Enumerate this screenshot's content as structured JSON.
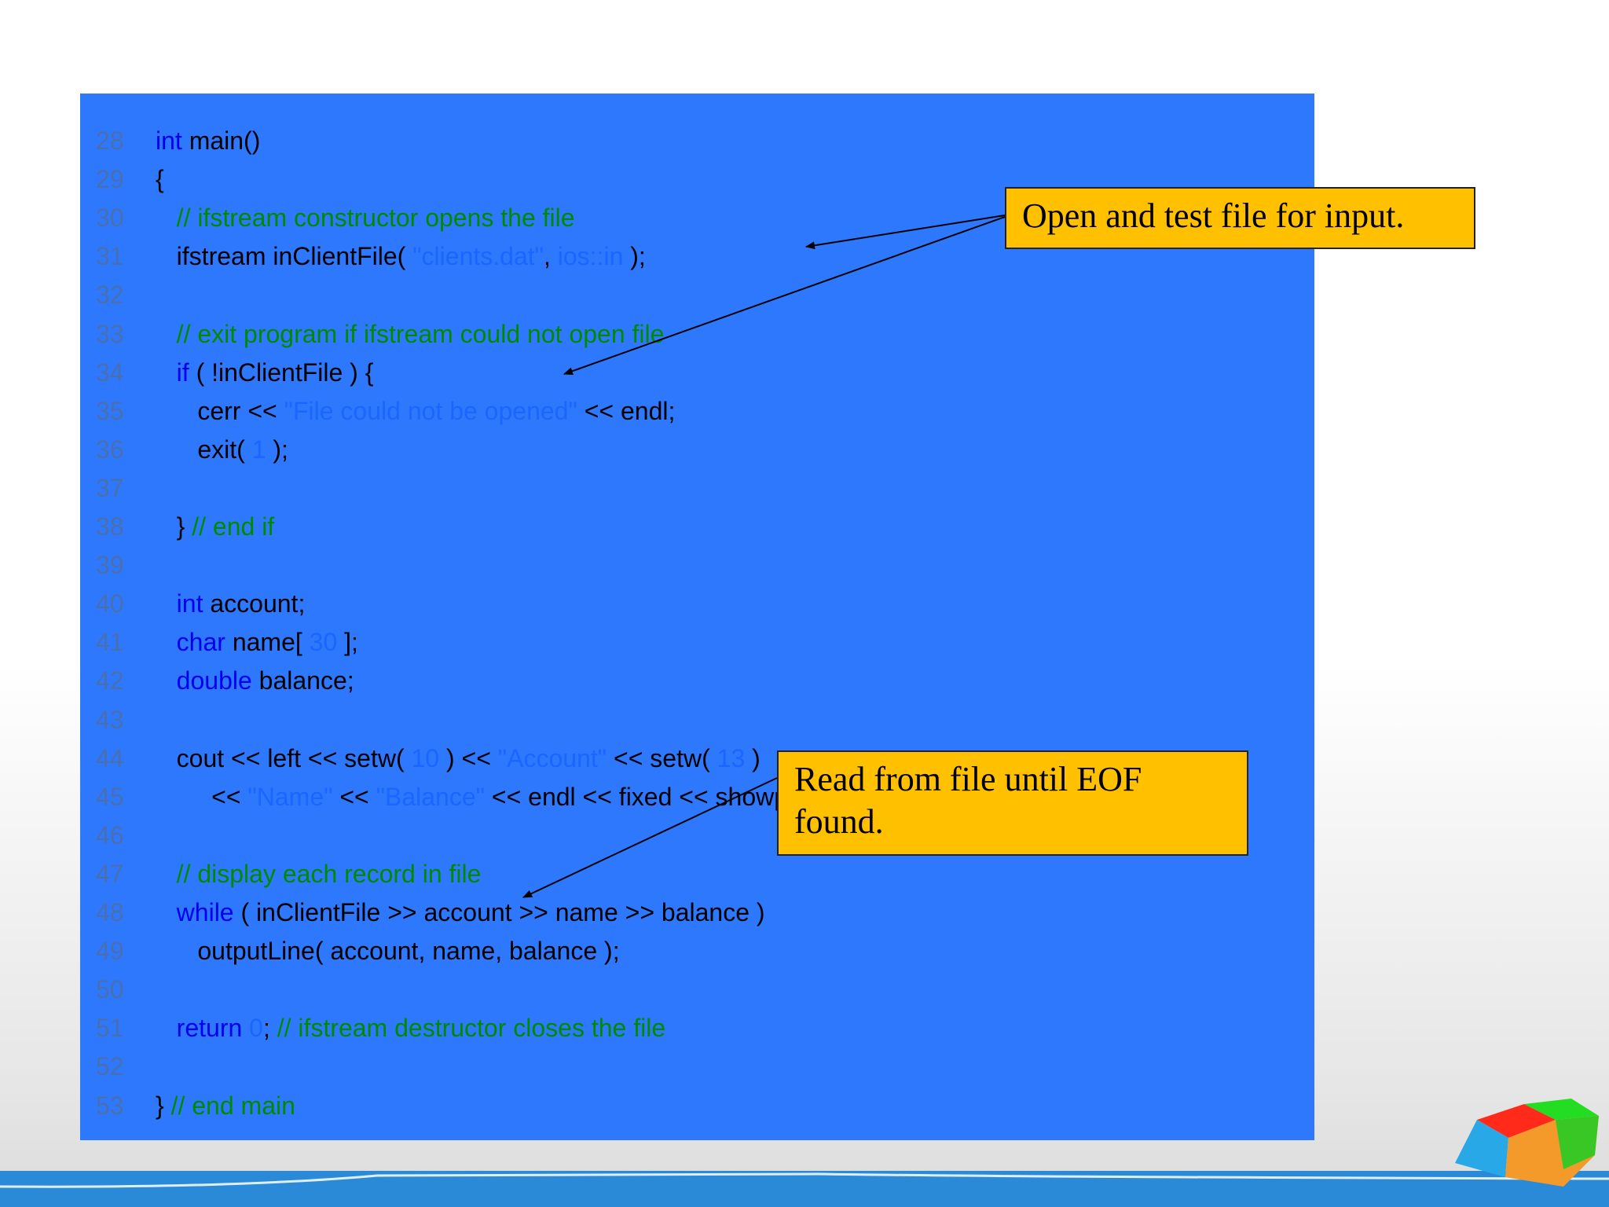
{
  "code_lines": [
    {
      "num": "28",
      "parts": [
        {
          "t": "kw",
          "v": "int"
        },
        {
          "t": "tx",
          "v": " main()"
        }
      ]
    },
    {
      "num": "29",
      "parts": [
        {
          "t": "tx",
          "v": "{"
        }
      ]
    },
    {
      "num": "30",
      "parts": [
        {
          "t": "cm",
          "v": "   // ifstream constructor opens the file"
        }
      ]
    },
    {
      "num": "31",
      "parts": [
        {
          "t": "tx",
          "v": "   ifstream inClientFile( "
        },
        {
          "t": "st",
          "v": "\"clients.dat\""
        },
        {
          "t": "tx",
          "v": ", "
        },
        {
          "t": "st",
          "v": "ios::in"
        },
        {
          "t": "tx",
          "v": " );"
        }
      ]
    },
    {
      "num": "32",
      "parts": []
    },
    {
      "num": "33",
      "parts": [
        {
          "t": "cm",
          "v": "   // exit program if ifstream could not open file"
        }
      ]
    },
    {
      "num": "34",
      "parts": [
        {
          "t": "kw",
          "v": "   if"
        },
        {
          "t": "tx",
          "v": " ( !inClientFile ) {"
        }
      ]
    },
    {
      "num": "35",
      "parts": [
        {
          "t": "tx",
          "v": "      cerr << "
        },
        {
          "t": "st",
          "v": "\"File could not be opened\""
        },
        {
          "t": "tx",
          "v": " << endl;"
        }
      ]
    },
    {
      "num": "36",
      "parts": [
        {
          "t": "tx",
          "v": "      exit( "
        },
        {
          "t": "nm",
          "v": "1"
        },
        {
          "t": "tx",
          "v": " );"
        }
      ]
    },
    {
      "num": "37",
      "parts": []
    },
    {
      "num": "38",
      "parts": [
        {
          "t": "tx",
          "v": "   } "
        },
        {
          "t": "cm",
          "v": "// end if"
        }
      ]
    },
    {
      "num": "39",
      "parts": []
    },
    {
      "num": "40",
      "parts": [
        {
          "t": "kw",
          "v": "   int"
        },
        {
          "t": "tx",
          "v": " account;"
        }
      ]
    },
    {
      "num": "41",
      "parts": [
        {
          "t": "kw",
          "v": "   char"
        },
        {
          "t": "tx",
          "v": " name[ "
        },
        {
          "t": "nm",
          "v": "30"
        },
        {
          "t": "tx",
          "v": " ];"
        }
      ]
    },
    {
      "num": "42",
      "parts": [
        {
          "t": "kw",
          "v": "   double"
        },
        {
          "t": "tx",
          "v": " balance;"
        }
      ]
    },
    {
      "num": "43",
      "parts": []
    },
    {
      "num": "44",
      "parts": [
        {
          "t": "tx",
          "v": "   cout << left << setw( "
        },
        {
          "t": "nm",
          "v": "10"
        },
        {
          "t": "tx",
          "v": " ) << "
        },
        {
          "t": "st",
          "v": "\"Account\""
        },
        {
          "t": "tx",
          "v": " << setw( "
        },
        {
          "t": "nm",
          "v": "13"
        },
        {
          "t": "tx",
          "v": " )"
        }
      ]
    },
    {
      "num": "45",
      "parts": [
        {
          "t": "tx",
          "v": "        << "
        },
        {
          "t": "st",
          "v": "\"Name\""
        },
        {
          "t": "tx",
          "v": " << "
        },
        {
          "t": "st",
          "v": "\"Balance\""
        },
        {
          "t": "tx",
          "v": " << endl << fixed << showpoint;"
        }
      ]
    },
    {
      "num": "46",
      "parts": []
    },
    {
      "num": "47",
      "parts": [
        {
          "t": "cm",
          "v": "   // display each record in file"
        }
      ]
    },
    {
      "num": "48",
      "parts": [
        {
          "t": "kw",
          "v": "   while"
        },
        {
          "t": "tx",
          "v": " ( inClientFile >> account >> name >> balance )"
        }
      ]
    },
    {
      "num": "49",
      "parts": [
        {
          "t": "tx",
          "v": "      outputLine( account, name, balance );"
        }
      ]
    },
    {
      "num": "50",
      "parts": []
    },
    {
      "num": "51",
      "parts": [
        {
          "t": "kw",
          "v": "   return"
        },
        {
          "t": "nm",
          "v": " 0"
        },
        {
          "t": "tx",
          "v": "; "
        },
        {
          "t": "cm",
          "v": "// ifstream destructor closes the file"
        }
      ]
    },
    {
      "num": "52",
      "parts": []
    },
    {
      "num": "53",
      "parts": [
        {
          "t": "tx",
          "v": "} "
        },
        {
          "t": "cm",
          "v": "// end main"
        }
      ]
    }
  ],
  "callouts": {
    "open_test": "Open and test file for input.",
    "read_until_eof": "Read from file until EOF found."
  },
  "colors": {
    "panel_bg": "#2e78fe",
    "callout_bg": "#ffc000",
    "keyword": "#0000ee",
    "comment": "#008a00",
    "literal": "#1a66ff"
  },
  "icons": {
    "logo": "colored-cube-logo-icon"
  }
}
